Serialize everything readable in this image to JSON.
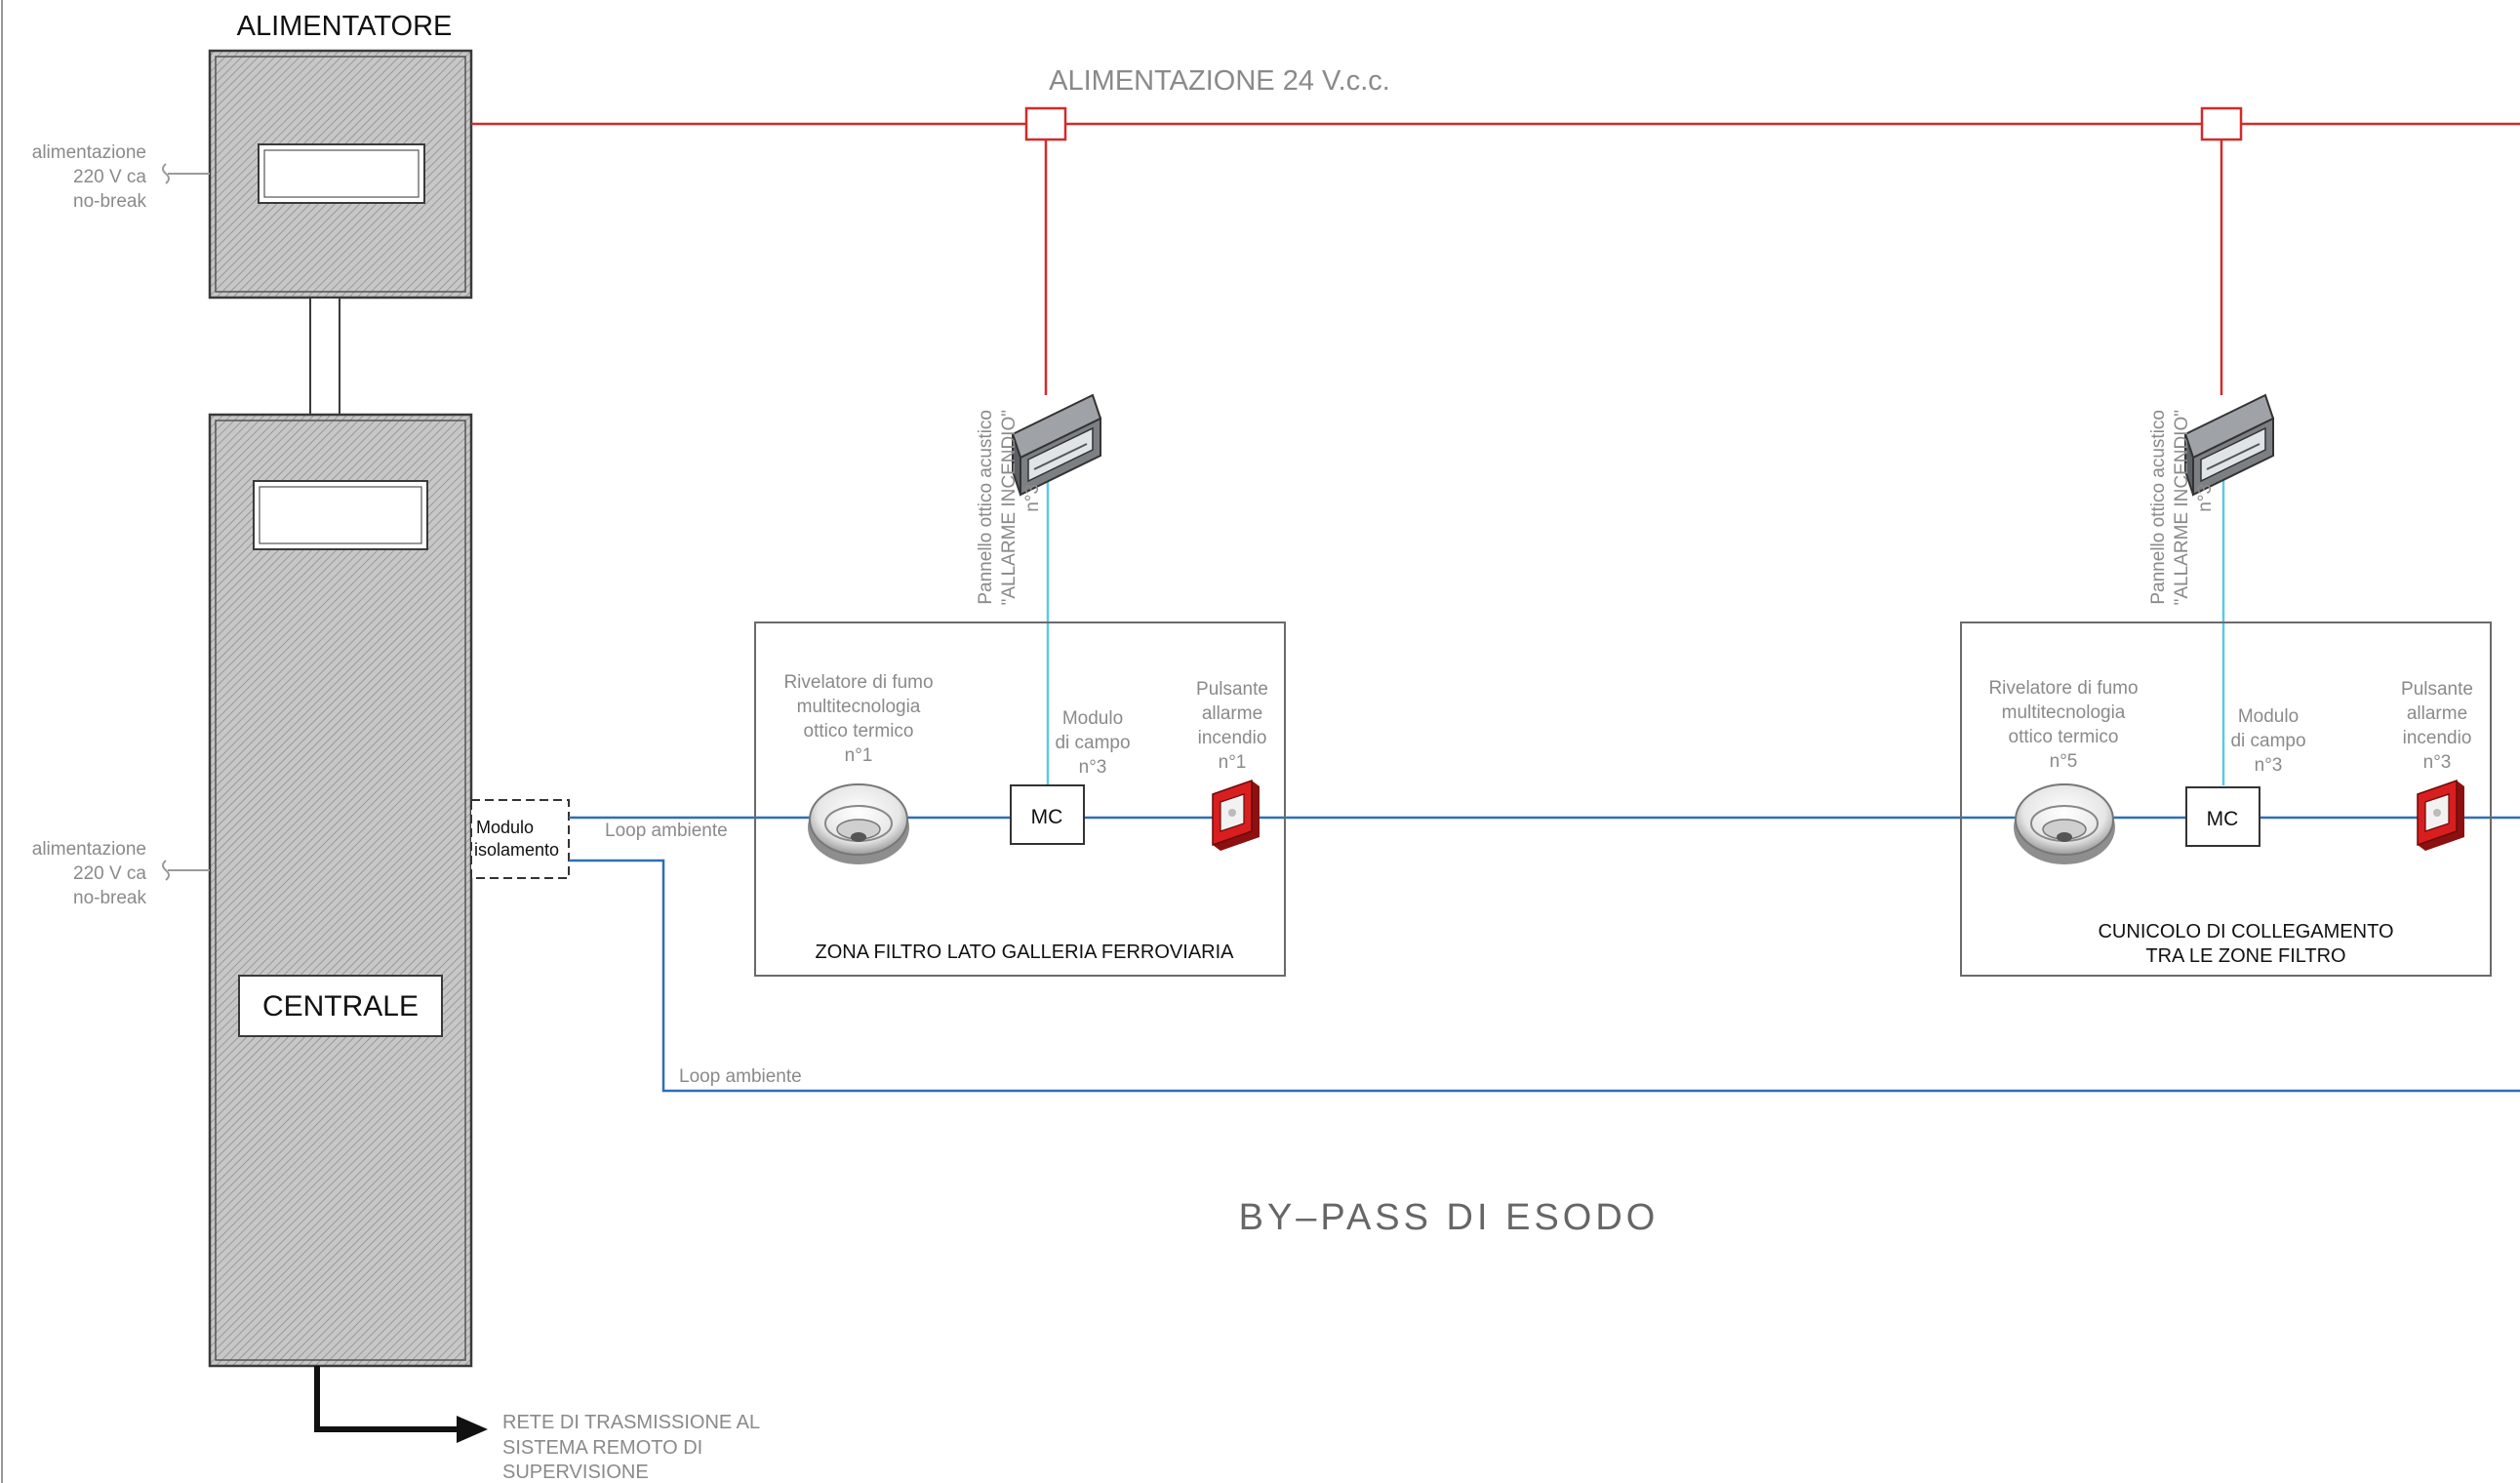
{
  "power_supply": {
    "title": "ALIMENTATORE",
    "mains_note": [
      "alimentazione",
      "220 V ca",
      "no-break"
    ]
  },
  "central_unit": {
    "title": "CENTRALE",
    "mains_note": [
      "alimentazione",
      "220 V ca",
      "no-break"
    ],
    "isolation_module": [
      "Modulo",
      "isolamento"
    ]
  },
  "power_line": {
    "label": "ALIMENTAZIONE 24 V.c.c."
  },
  "loop_labels": {
    "upper": "Loop ambiente",
    "lower": "Loop ambiente"
  },
  "transmission": {
    "lines": [
      "RETE DI TRASMISSIONE AL",
      "SISTEMA REMOTO DI",
      "SUPERVISIONE"
    ]
  },
  "main_title": "BY–PASS DI ESODO",
  "zones": [
    {
      "name_lines": [
        "ZONA FILTRO LATO GALLERIA FERROVIARIA"
      ],
      "panel_label": [
        "Pannello ottico acustico",
        "\"ALLARME INCENDIO\"",
        "n°3"
      ],
      "detector": [
        "Rivelatore di fumo",
        "multitecnologia",
        "ottico termico",
        "n°1"
      ],
      "module": [
        "Modulo",
        "di campo",
        "n°3"
      ],
      "module_code": "MC",
      "call_point": [
        "Pulsante",
        "allarme",
        "incendio",
        "n°1"
      ]
    },
    {
      "name_lines": [
        "CUNICOLO DI COLLEGAMENTO",
        "TRA LE ZONE FILTRO"
      ],
      "panel_label": [
        "Pannello ottico acustico",
        "\"ALLARME INCENDIO\"",
        "n°3"
      ],
      "detector": [
        "Rivelatore di fumo",
        "multitecnologia",
        "ottico termico",
        "n°5"
      ],
      "module": [
        "Modulo",
        "di campo",
        "n°3"
      ],
      "module_code": "MC",
      "call_point": [
        "Pulsante",
        "allarme",
        "incendio",
        "n°3"
      ]
    }
  ],
  "colors": {
    "power_line": "#d42a2a",
    "loop_line": "#2f6fb5",
    "panel_link": "#5fc7e8",
    "cabinet_hatch": "#b9b9b9",
    "label_grey": "#8a8a8a"
  }
}
